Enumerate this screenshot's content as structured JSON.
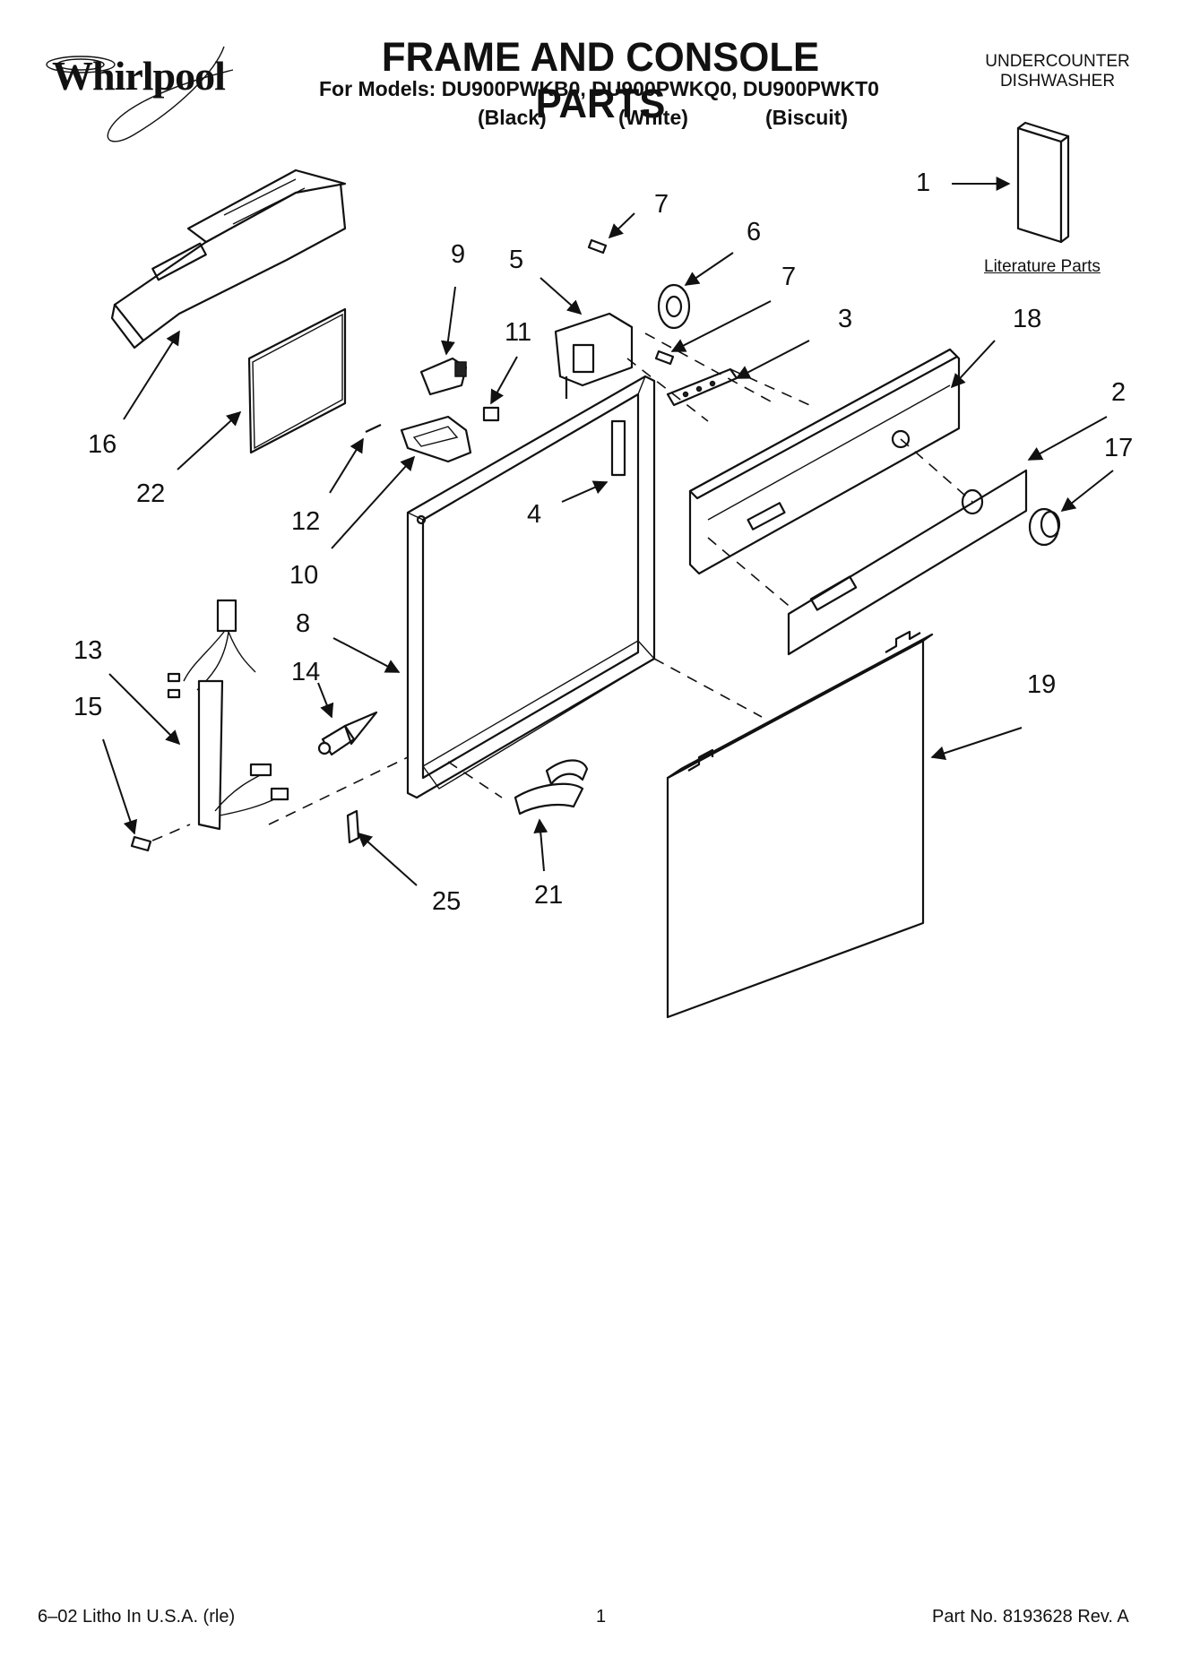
{
  "brand": {
    "logo_text": "Whirlpool"
  },
  "header": {
    "title": "FRAME AND CONSOLE PARTS",
    "models_line": "For Models: DU900PWKB0, DU900PWKQ0, DU900PWKT0",
    "variants": [
      "(Black)",
      "(White)",
      "(Biscuit)"
    ],
    "appliance_line1": "UNDERCOUNTER",
    "appliance_line2": "DISHWASHER"
  },
  "literature_label": "Literature Parts",
  "callouts": [
    "1",
    "2",
    "3",
    "4",
    "5",
    "6",
    "7",
    "7",
    "8",
    "9",
    "10",
    "11",
    "12",
    "13",
    "14",
    "15",
    "16",
    "17",
    "18",
    "19",
    "21",
    "22",
    "25"
  ],
  "footer": {
    "left": "6–02 Litho In U.S.A. (rle)",
    "center": "1",
    "right": "Part No. 8193628 Rev. A"
  }
}
